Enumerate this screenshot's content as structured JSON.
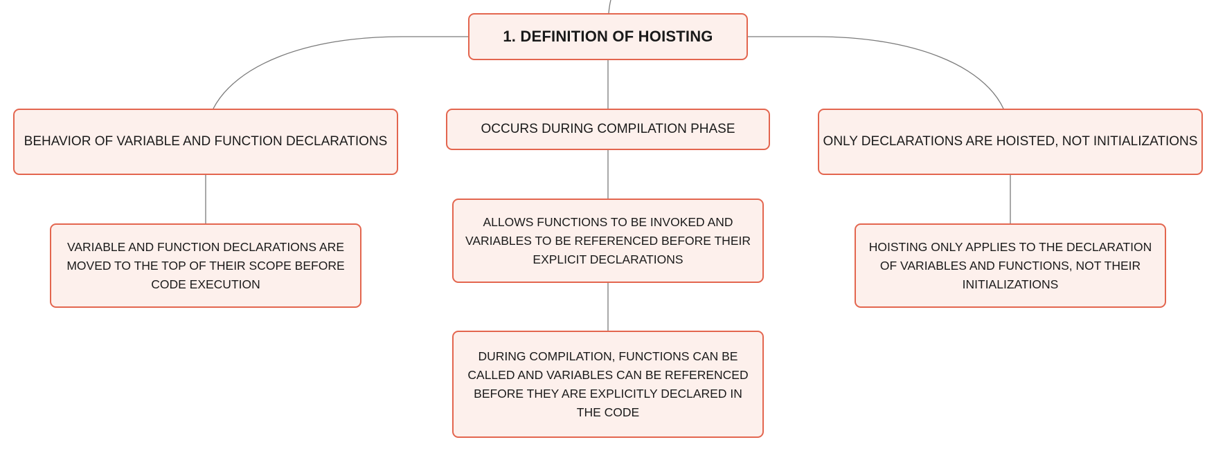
{
  "diagram": {
    "root": {
      "label": "1. DEFINITION OF HOISTING"
    },
    "branches": [
      {
        "label": "BEHAVIOR OF VARIABLE AND FUNCTION DECLARATIONS",
        "children": [
          "VARIABLE AND FUNCTION DECLARATIONS ARE MOVED TO THE TOP OF THEIR SCOPE BEFORE CODE EXECUTION"
        ]
      },
      {
        "label": "OCCURS DURING COMPILATION PHASE",
        "children": [
          "ALLOWS FUNCTIONS TO BE INVOKED AND VARIABLES TO BE REFERENCED BEFORE THEIR EXPLICIT DECLARATIONS",
          "DURING COMPILATION, FUNCTIONS CAN BE CALLED AND VARIABLES CAN BE REFERENCED BEFORE THEY ARE EXPLICITLY DECLARED IN THE CODE"
        ]
      },
      {
        "label": "ONLY DECLARATIONS ARE HOISTED, NOT INITIALIZATIONS",
        "children": [
          "HOISTING ONLY APPLIES TO THE DECLARATION OF VARIABLES AND FUNCTIONS, NOT THEIR INITIALIZATIONS"
        ]
      }
    ]
  },
  "colors": {
    "node_border": "#e3654e",
    "node_fill": "#fdf0ec",
    "connector": "#7a7a7a",
    "text": "#1a1a1a"
  }
}
